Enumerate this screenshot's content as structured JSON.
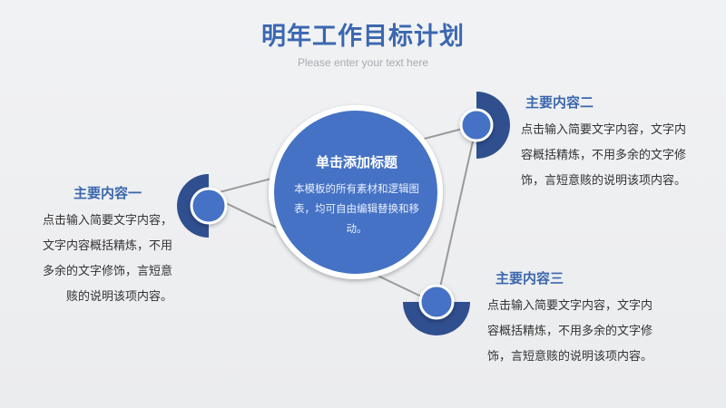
{
  "header": {
    "title": "明年工作目标计划",
    "subtitle": "Please enter your text here"
  },
  "center": {
    "title": "单击添加标题",
    "body": "本模板的所有素材和逻辑图表，均可自由编辑替换和移动。"
  },
  "items": [
    {
      "heading": "主要内容一",
      "body": "点击输入简要文字内容，文字内容概括精炼，不用多余的文字修饰，言短意赅的说明该项内容。"
    },
    {
      "heading": "主要内容二",
      "body": "点击输入简要文字内容，文字内容概括精炼，不用多余的文字修饰，言短意赅的说明该项内容。"
    },
    {
      "heading": "主要内容三",
      "body": "点击输入简要文字内容，文字内容概括精炼，不用多余的文字修饰，言短意赅的说明该项内容。"
    }
  ],
  "colors": {
    "accent": "#3b67b0",
    "circle": "#4472c4",
    "ring": "#2f4f8f",
    "line": "#9a9a9a"
  }
}
